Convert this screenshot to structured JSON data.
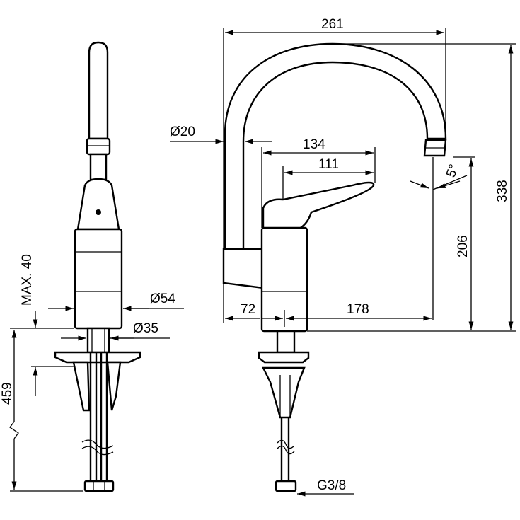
{
  "dimensions": {
    "overall_reach": "261",
    "spout_diameter": "Ø20",
    "lever_134": "134",
    "lever_111": "111",
    "tilt_angle": "5°",
    "total_height": "338",
    "spout_height": "206",
    "base_offset": "72",
    "spout_projection": "178",
    "body_diameter": "Ø54",
    "hole_diameter": "Ø35",
    "max_deck": "MAX. 40",
    "hose_length": "459",
    "thread": "G3/8"
  }
}
